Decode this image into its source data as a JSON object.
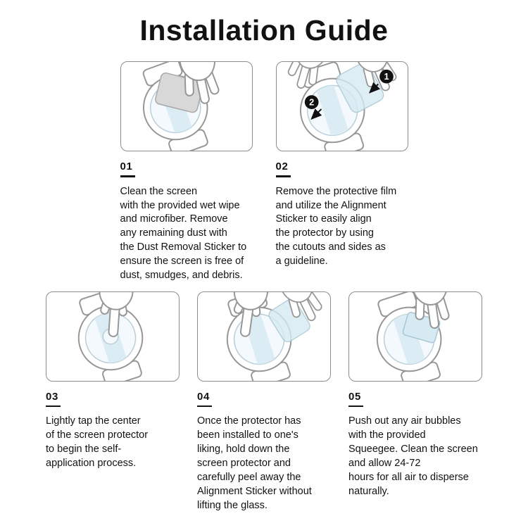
{
  "title": "Installation Guide",
  "steps": [
    {
      "number": "01",
      "text": "Clean the screen\nwith the provided wet wipe\nand microfiber. Remove\nany remaining dust with\nthe Dust Removal Sticker to\nensure the screen is free of\ndust, smudges, and debris."
    },
    {
      "number": "02",
      "badges": [
        "1",
        "2"
      ],
      "text": "Remove the protective film\nand utilize the Alignment\nSticker to easily align\nthe protector by using\nthe cutouts and sides as\na guideline."
    },
    {
      "number": "03",
      "text": "Lightly tap the center\nof the screen protector\nto begin the self-\napplication process."
    },
    {
      "number": "04",
      "text": "Once the protector has\nbeen installed to one's\nliking, hold down the\nscreen protector and\ncarefully peel away the\nAlignment Sticker without\nlifting the glass."
    },
    {
      "number": "05",
      "text": "Push out any air bubbles\nwith the provided\nSqueegee. Clean the screen\nand allow 24-72\nhours for all air to disperse\nnaturally."
    }
  ],
  "colors": {
    "outline": "#969696",
    "film_tint": "#d6eaf3",
    "badge": "#111111"
  }
}
